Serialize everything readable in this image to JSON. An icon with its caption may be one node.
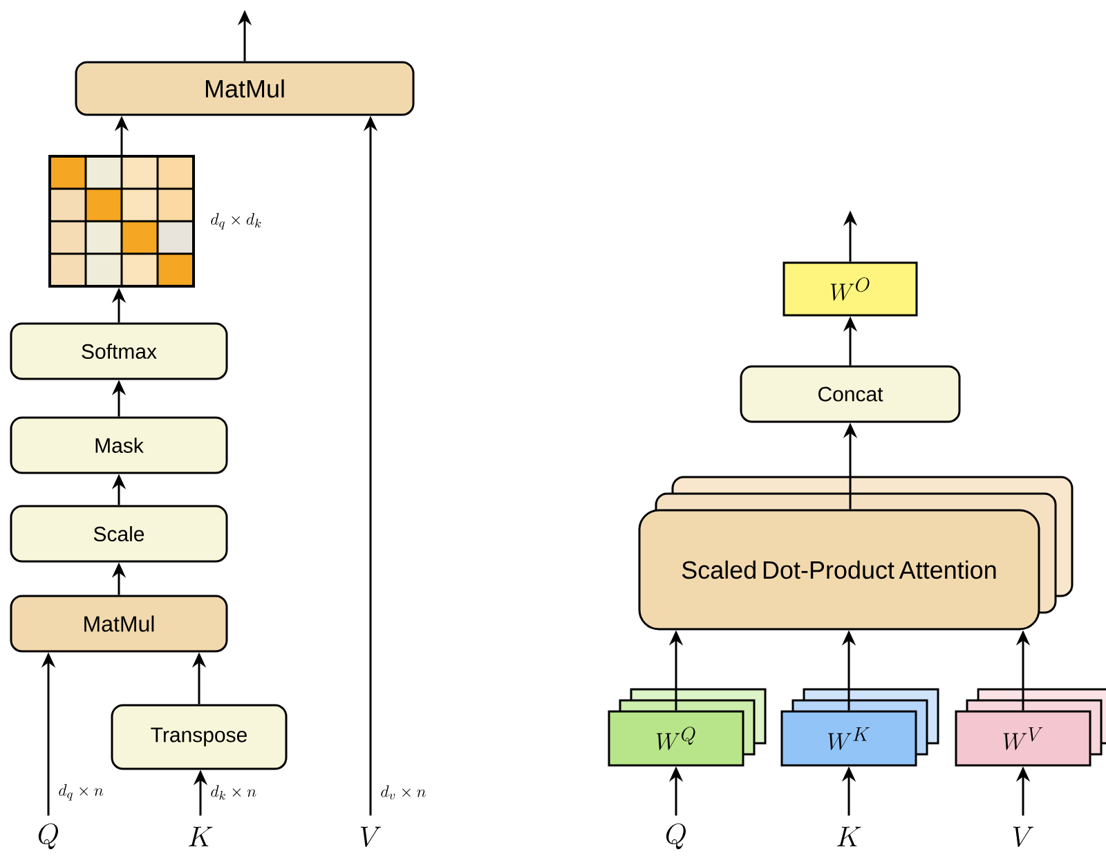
{
  "diagram": {
    "nodes": [
      {
        "text": [
          "MatMul"
        ]
      },
      {
        "text": [],
        "shape": "picture",
        "beside": [
          "d_q \\times d_k"
        ]
      },
      {
        "text": [
          "Softmax"
        ]
      },
      {
        "text": [
          "Mask"
        ]
      },
      {
        "text": [
          "Scale"
        ]
      },
      {
        "text": [
          "MatMul"
        ]
      },
      {
        "text": [
          "Transpose"
        ]
      },
      {
        "text": [
          "Q"
        ]
      },
      {
        "text": [
          "K"
        ]
      },
      {
        "text": [
          "V"
        ]
      },
      {
        "text": [
          "Scaled Dot-Product Attention"
        ]
      },
      {
        "text": [
          "Concat"
        ]
      },
      {
        "text": [
          "W^{O}"
        ]
      },
      {
        "text": [
          "W^{Q}"
        ]
      },
      {
        "text": [
          "W^{K}"
        ]
      },
      {
        "text": [
          "W^{V}"
        ]
      },
      {
        "text": [
          "Q"
        ]
      },
      {
        "text": [
          "K"
        ]
      },
      {
        "text": [
          "V"
        ]
      }
    ],
    "edges": [
      {
        "from": 0,
        "to": null,
        "arrow": "to"
      },
      {
        "from": 1,
        "to": 0,
        "arrow": "to"
      },
      {
        "from": 2,
        "to": 1,
        "arrow": "to"
      },
      {
        "from": 3,
        "to": 2,
        "arrow": "to"
      },
      {
        "from": 4,
        "to": 3,
        "arrow": "to"
      },
      {
        "from": 5,
        "to": 4,
        "arrow": "to"
      },
      {
        "from": 7,
        "to": 5,
        "arrow": "to",
        "label": "d_q \\times n"
      },
      {
        "from": 8,
        "to": 6,
        "arrow": "to",
        "label": "d_k \\times n"
      },
      {
        "from": 6,
        "to": 5,
        "arrow": "to"
      },
      {
        "from": 9,
        "to": 0,
        "arrow": "to",
        "label": "d_v \\times n"
      },
      {
        "from": 16,
        "to": 13,
        "arrow": "to"
      },
      {
        "from": 17,
        "to": 14,
        "arrow": "to"
      },
      {
        "from": 18,
        "to": 15,
        "arrow": "to"
      },
      {
        "from": 13,
        "to": 10,
        "arrow": "to"
      },
      {
        "from": 14,
        "to": 10,
        "arrow": "to"
      },
      {
        "from": 15,
        "to": 10,
        "arrow": "to"
      },
      {
        "from": 10,
        "to": 11,
        "arrow": "to"
      },
      {
        "from": 11,
        "to": 12,
        "arrow": "to"
      },
      {
        "from": 12,
        "to": null,
        "arrow": "to"
      }
    ]
  }
}
